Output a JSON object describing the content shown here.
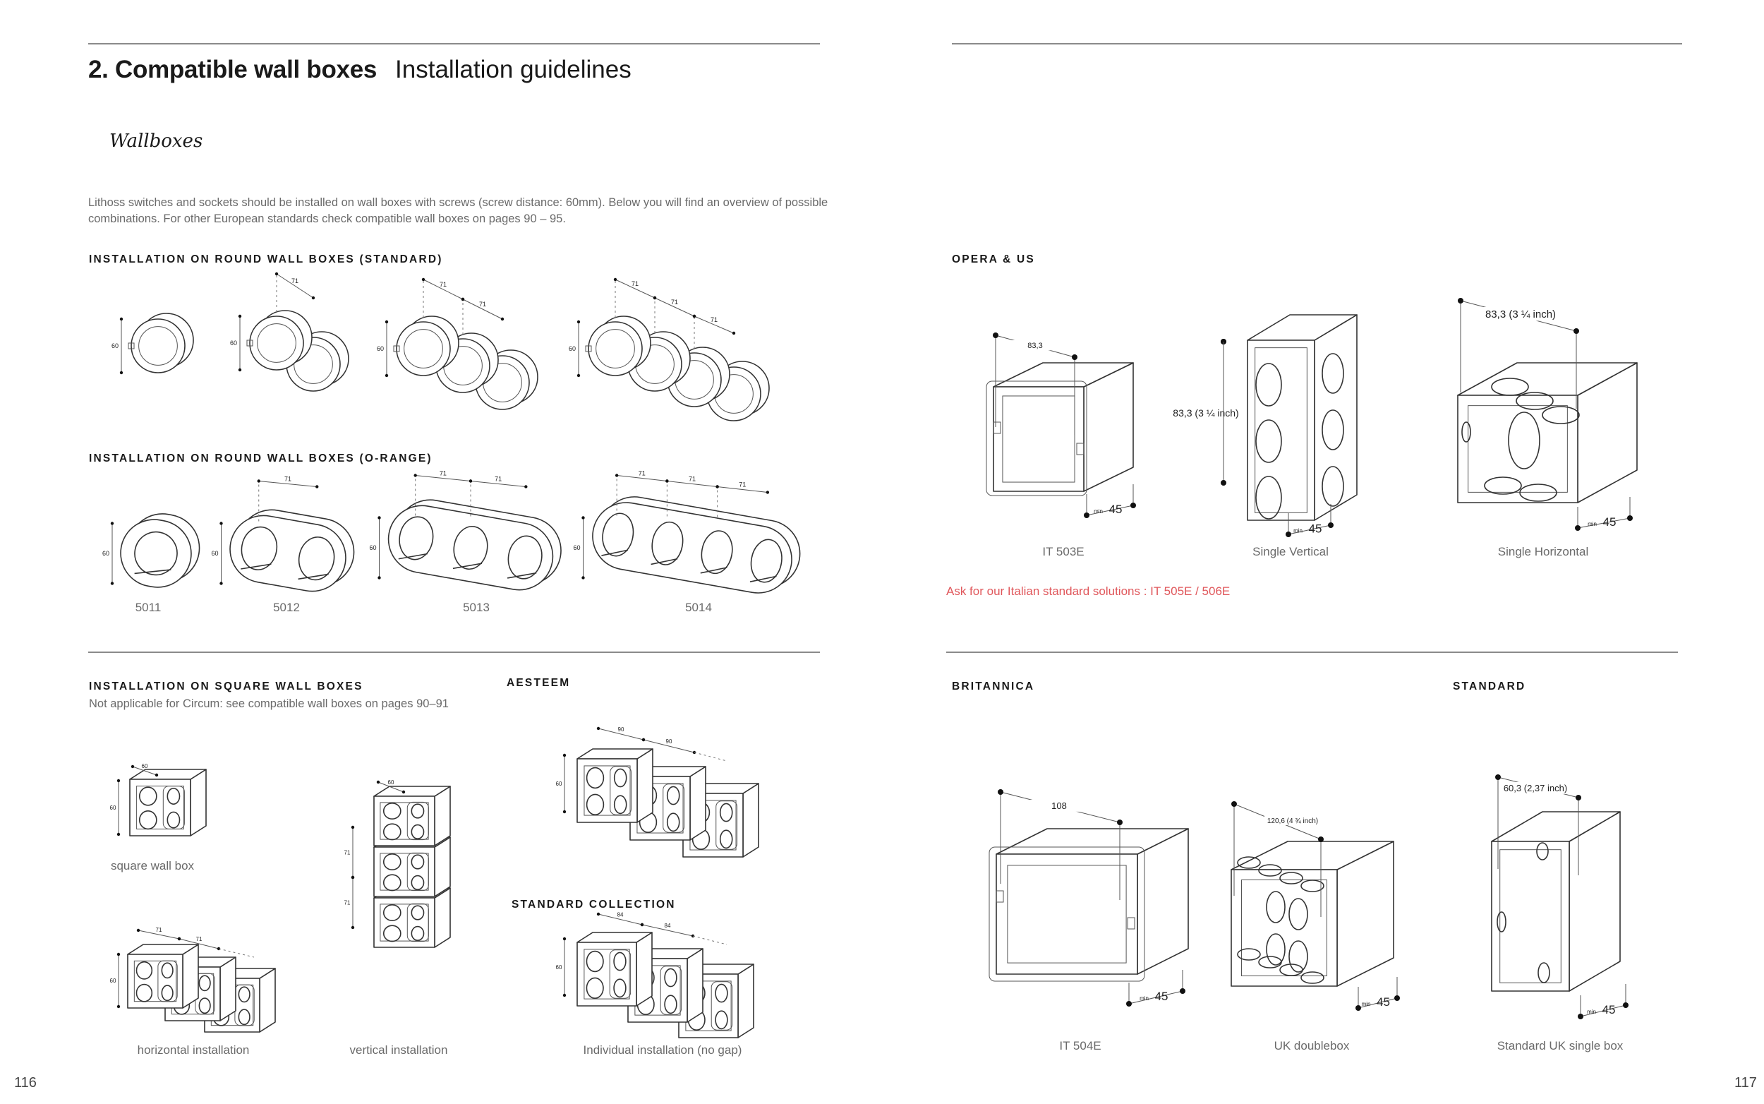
{
  "left_page": {
    "page_number": "116",
    "title_bold": "2. Compatible wall boxes",
    "title_light": "Installation guidelines",
    "subtitle": "Wallboxes",
    "intro": "Lithoss switches and sockets should be installed on wall boxes with screws (screw distance: 60mm). Below you will find an overview of possible combinations. For other European standards check compatible wall boxes on pages 90 – 95.",
    "round_standard": {
      "heading": "INSTALLATION ON ROUND WALL BOXES (STANDARD)",
      "figures": [
        {
          "dims": [
            "60"
          ]
        },
        {
          "dims": [
            "71",
            "60"
          ]
        },
        {
          "dims": [
            "71",
            "71",
            "60"
          ]
        },
        {
          "dims": [
            "71",
            "71",
            "71",
            "60"
          ]
        }
      ]
    },
    "round_orange": {
      "heading": "INSTALLATION ON ROUND WALL BOXES (O-RANGE)",
      "figures": [
        {
          "label": "5011",
          "dims": [
            "60"
          ]
        },
        {
          "label": "5012",
          "dims": [
            "71",
            "60"
          ]
        },
        {
          "label": "5013",
          "dims": [
            "71",
            "71",
            "60"
          ]
        },
        {
          "label": "5014",
          "dims": [
            "71",
            "71",
            "71",
            "60"
          ]
        }
      ]
    },
    "square": {
      "heading": "INSTALLATION ON SQUARE WALL BOXES",
      "note": "Not applicable for Circum: see compatible wall boxes on pages 90–91",
      "single": {
        "label": "square wall box",
        "dims": [
          "60",
          "60"
        ]
      },
      "horizontal": {
        "label": "horizontal installation",
        "dims": [
          "71",
          "71",
          "60"
        ]
      },
      "vertical": {
        "label": "vertical installation",
        "dims": [
          "60",
          "71",
          "71"
        ]
      }
    },
    "aesteem": {
      "heading": "AESTEEM",
      "dims": [
        "90",
        "90",
        "60"
      ]
    },
    "standard_collection": {
      "heading": "STANDARD COLLECTION",
      "label": "Individual installation (no gap)",
      "dims": [
        "84",
        "84",
        "60"
      ]
    }
  },
  "right_page": {
    "page_number": "117",
    "opera_us": {
      "heading": "OPERA & US",
      "figures": [
        {
          "label": "IT 503E",
          "dim": "83,3",
          "depth_prefix": "min",
          "depth": "45"
        },
        {
          "label": "Single Vertical",
          "dim": "83,3 (3 ¼ inch)",
          "depth_prefix": "min",
          "depth": "45"
        },
        {
          "label": "Single Horizontal",
          "dim": "83,3 (3 ¼ inch)",
          "depth_prefix": "min",
          "depth": "45"
        }
      ]
    },
    "italian_note": "Ask for our Italian standard solutions : IT 505E / 506E",
    "britannica": {
      "heading": "BRITANNICA",
      "figures": [
        {
          "label": "IT 504E",
          "dim": "108",
          "depth_prefix": "min",
          "depth": "45"
        },
        {
          "label": "UK doublebox",
          "dim": "120,6 (4 ¾ inch)",
          "depth_prefix": "min",
          "depth": "45"
        }
      ]
    },
    "standard": {
      "heading": "STANDARD",
      "figures": [
        {
          "label": "Standard UK single box",
          "dim": "60,3 (2,37 inch)",
          "depth_prefix": "min",
          "depth": "45"
        }
      ]
    }
  },
  "colors": {
    "accent_red": "#e0575b",
    "text": "#1a1a1a",
    "muted": "#6a6a6a",
    "rule": "#8a8a8a"
  }
}
